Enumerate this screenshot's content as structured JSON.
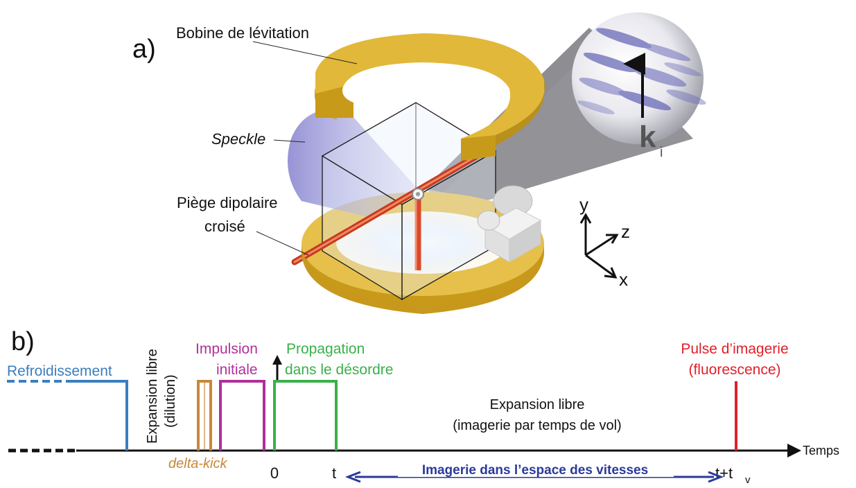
{
  "panel_a": {
    "label": "a)",
    "coil_label": "Bobine de lévitation",
    "speckle_label": "Speckle",
    "trap_label_line1": "Piège dipolaire",
    "trap_label_line2": "croisé",
    "wavevector_label": "k",
    "wavevector_subscript": "i",
    "axes": {
      "y": "y",
      "z": "z",
      "x": "x"
    }
  },
  "panel_b": {
    "label": "b)",
    "stages": {
      "cooling": "Refroidissement",
      "free_expansion_dilution_line1": "Expansion libre",
      "free_expansion_dilution_line2": "(dilution)",
      "impulse_line1": "Impulsion",
      "impulse_line2": "initiale",
      "propagation_line1": "Propagation",
      "propagation_line2": "dans le désordre",
      "imaging_pulse_line1": "Pulse d’imagerie",
      "imaging_pulse_line2": "(fluorescence)",
      "delta_kick": "delta-kick",
      "free_expansion_tof_line1": "Expansion libre",
      "free_expansion_tof_line2": "(imagerie par temps de vol)"
    },
    "time_axis": {
      "label": "Temps",
      "tick_0": "0",
      "tick_t": "t",
      "tick_end": "t+t",
      "tick_end_sub": "v"
    },
    "velocity_imaging": "Imagerie dans l’espace des vitesses",
    "colors": {
      "cooling": "#3a7ebf",
      "delta_kick": "#c8873a",
      "impulse": "#b0309a",
      "propagation": "#3ab04a",
      "imaging": "#e0202a",
      "velocity": "#2a3a9a",
      "coil": "#d8ad2a"
    }
  }
}
